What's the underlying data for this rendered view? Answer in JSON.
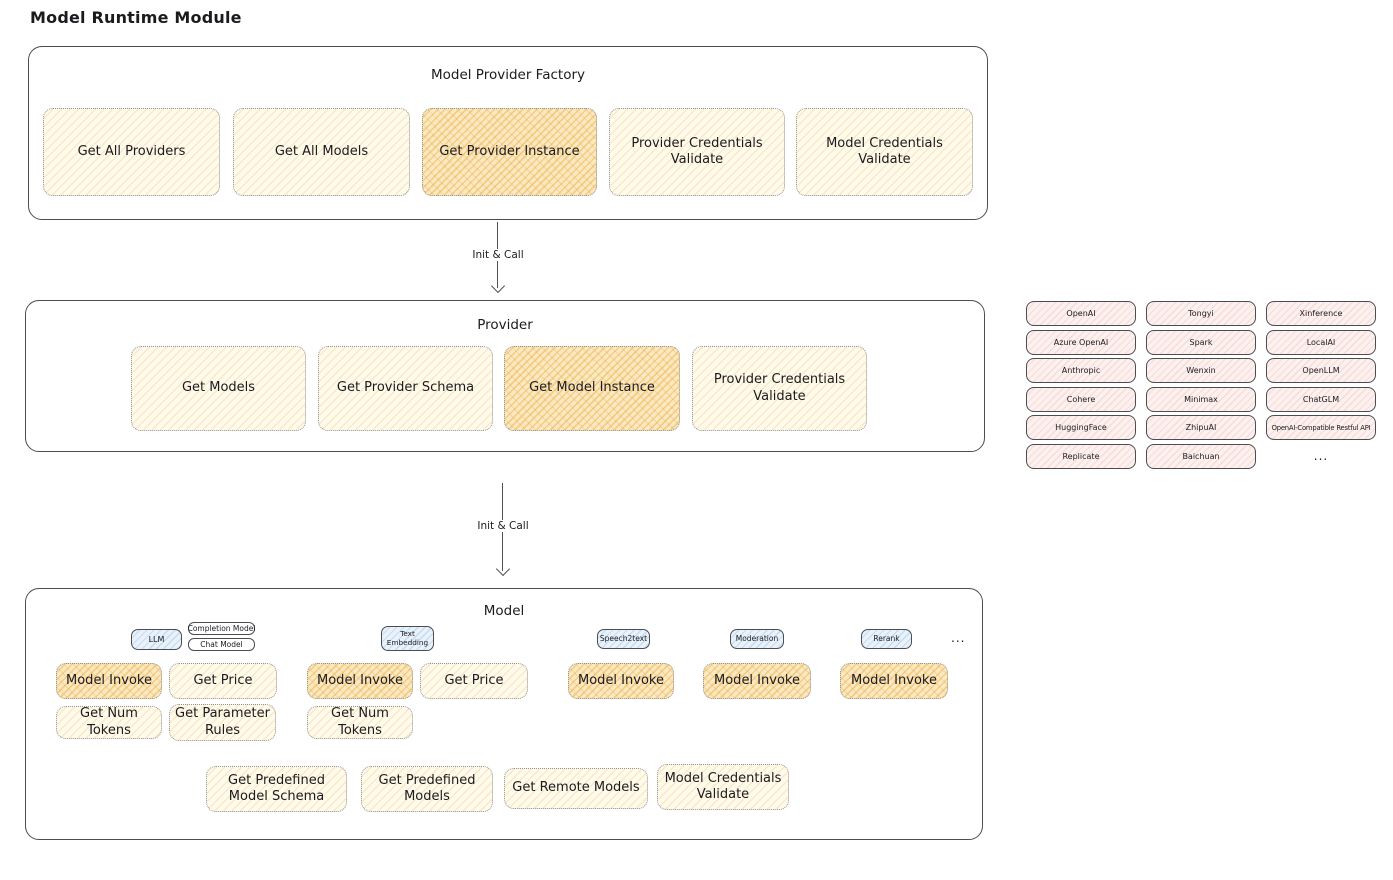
{
  "page_title": "Model Runtime Module",
  "colors": {
    "border_dark": "#4a4d52",
    "dotted_border": "#8f9297",
    "yellow_fill": "#fffaec",
    "yellow_highlight_fill": "#fbe9c4",
    "pink_fill": "#fdf1ef",
    "blue_fill": "#e9f2fb",
    "text": "#1b1b1f"
  },
  "factory": {
    "title": "Model Provider Factory",
    "items": [
      "Get All Providers",
      "Get All Models",
      "Get Provider Instance",
      "Provider Credentials Validate",
      "Model Credentials Validate"
    ]
  },
  "arrows": {
    "init_call_1": "Init & Call",
    "init_call_2": "Init & Call"
  },
  "provider": {
    "title": "Provider",
    "items": [
      "Get Models",
      "Get Provider Schema",
      "Get Model Instance",
      "Provider Credentials Validate"
    ]
  },
  "vendors": {
    "grid": [
      [
        "OpenAI",
        "Tongyi",
        "Xinference"
      ],
      [
        "Azure OpenAI",
        "Spark",
        "LocalAI"
      ],
      [
        "Anthropic",
        "Wenxin",
        "OpenLLM"
      ],
      [
        "Cohere",
        "Minimax",
        "ChatGLM"
      ],
      [
        "HuggingFace",
        "ZhipuAI",
        "OpenAI-Compatible Restful API"
      ],
      [
        "Replicate",
        "Baichuan",
        "..."
      ]
    ]
  },
  "model": {
    "title": "Model",
    "tabs": {
      "llm": "LLM",
      "completion": "Completion Model",
      "chat": "Chat Model",
      "text_embedding": "Text Embedding",
      "speech2text": "Speech2text",
      "moderation": "Moderation",
      "rerank": "Rerank",
      "more": "..."
    },
    "ops": {
      "llm_invoke": "Model Invoke",
      "llm_price": "Get Price",
      "llm_tokens": "Get Num Tokens",
      "llm_rules": "Get Parameter Rules",
      "emb_invoke": "Model Invoke",
      "emb_price": "Get Price",
      "emb_tokens": "Get Num Tokens",
      "s2t_invoke": "Model Invoke",
      "mod_invoke": "Model Invoke",
      "rerank_invoke": "Model Invoke"
    },
    "common": [
      "Get Predefined Model Schema",
      "Get Predefined Models",
      "Get Remote Models",
      "Model Credentials Validate"
    ]
  }
}
